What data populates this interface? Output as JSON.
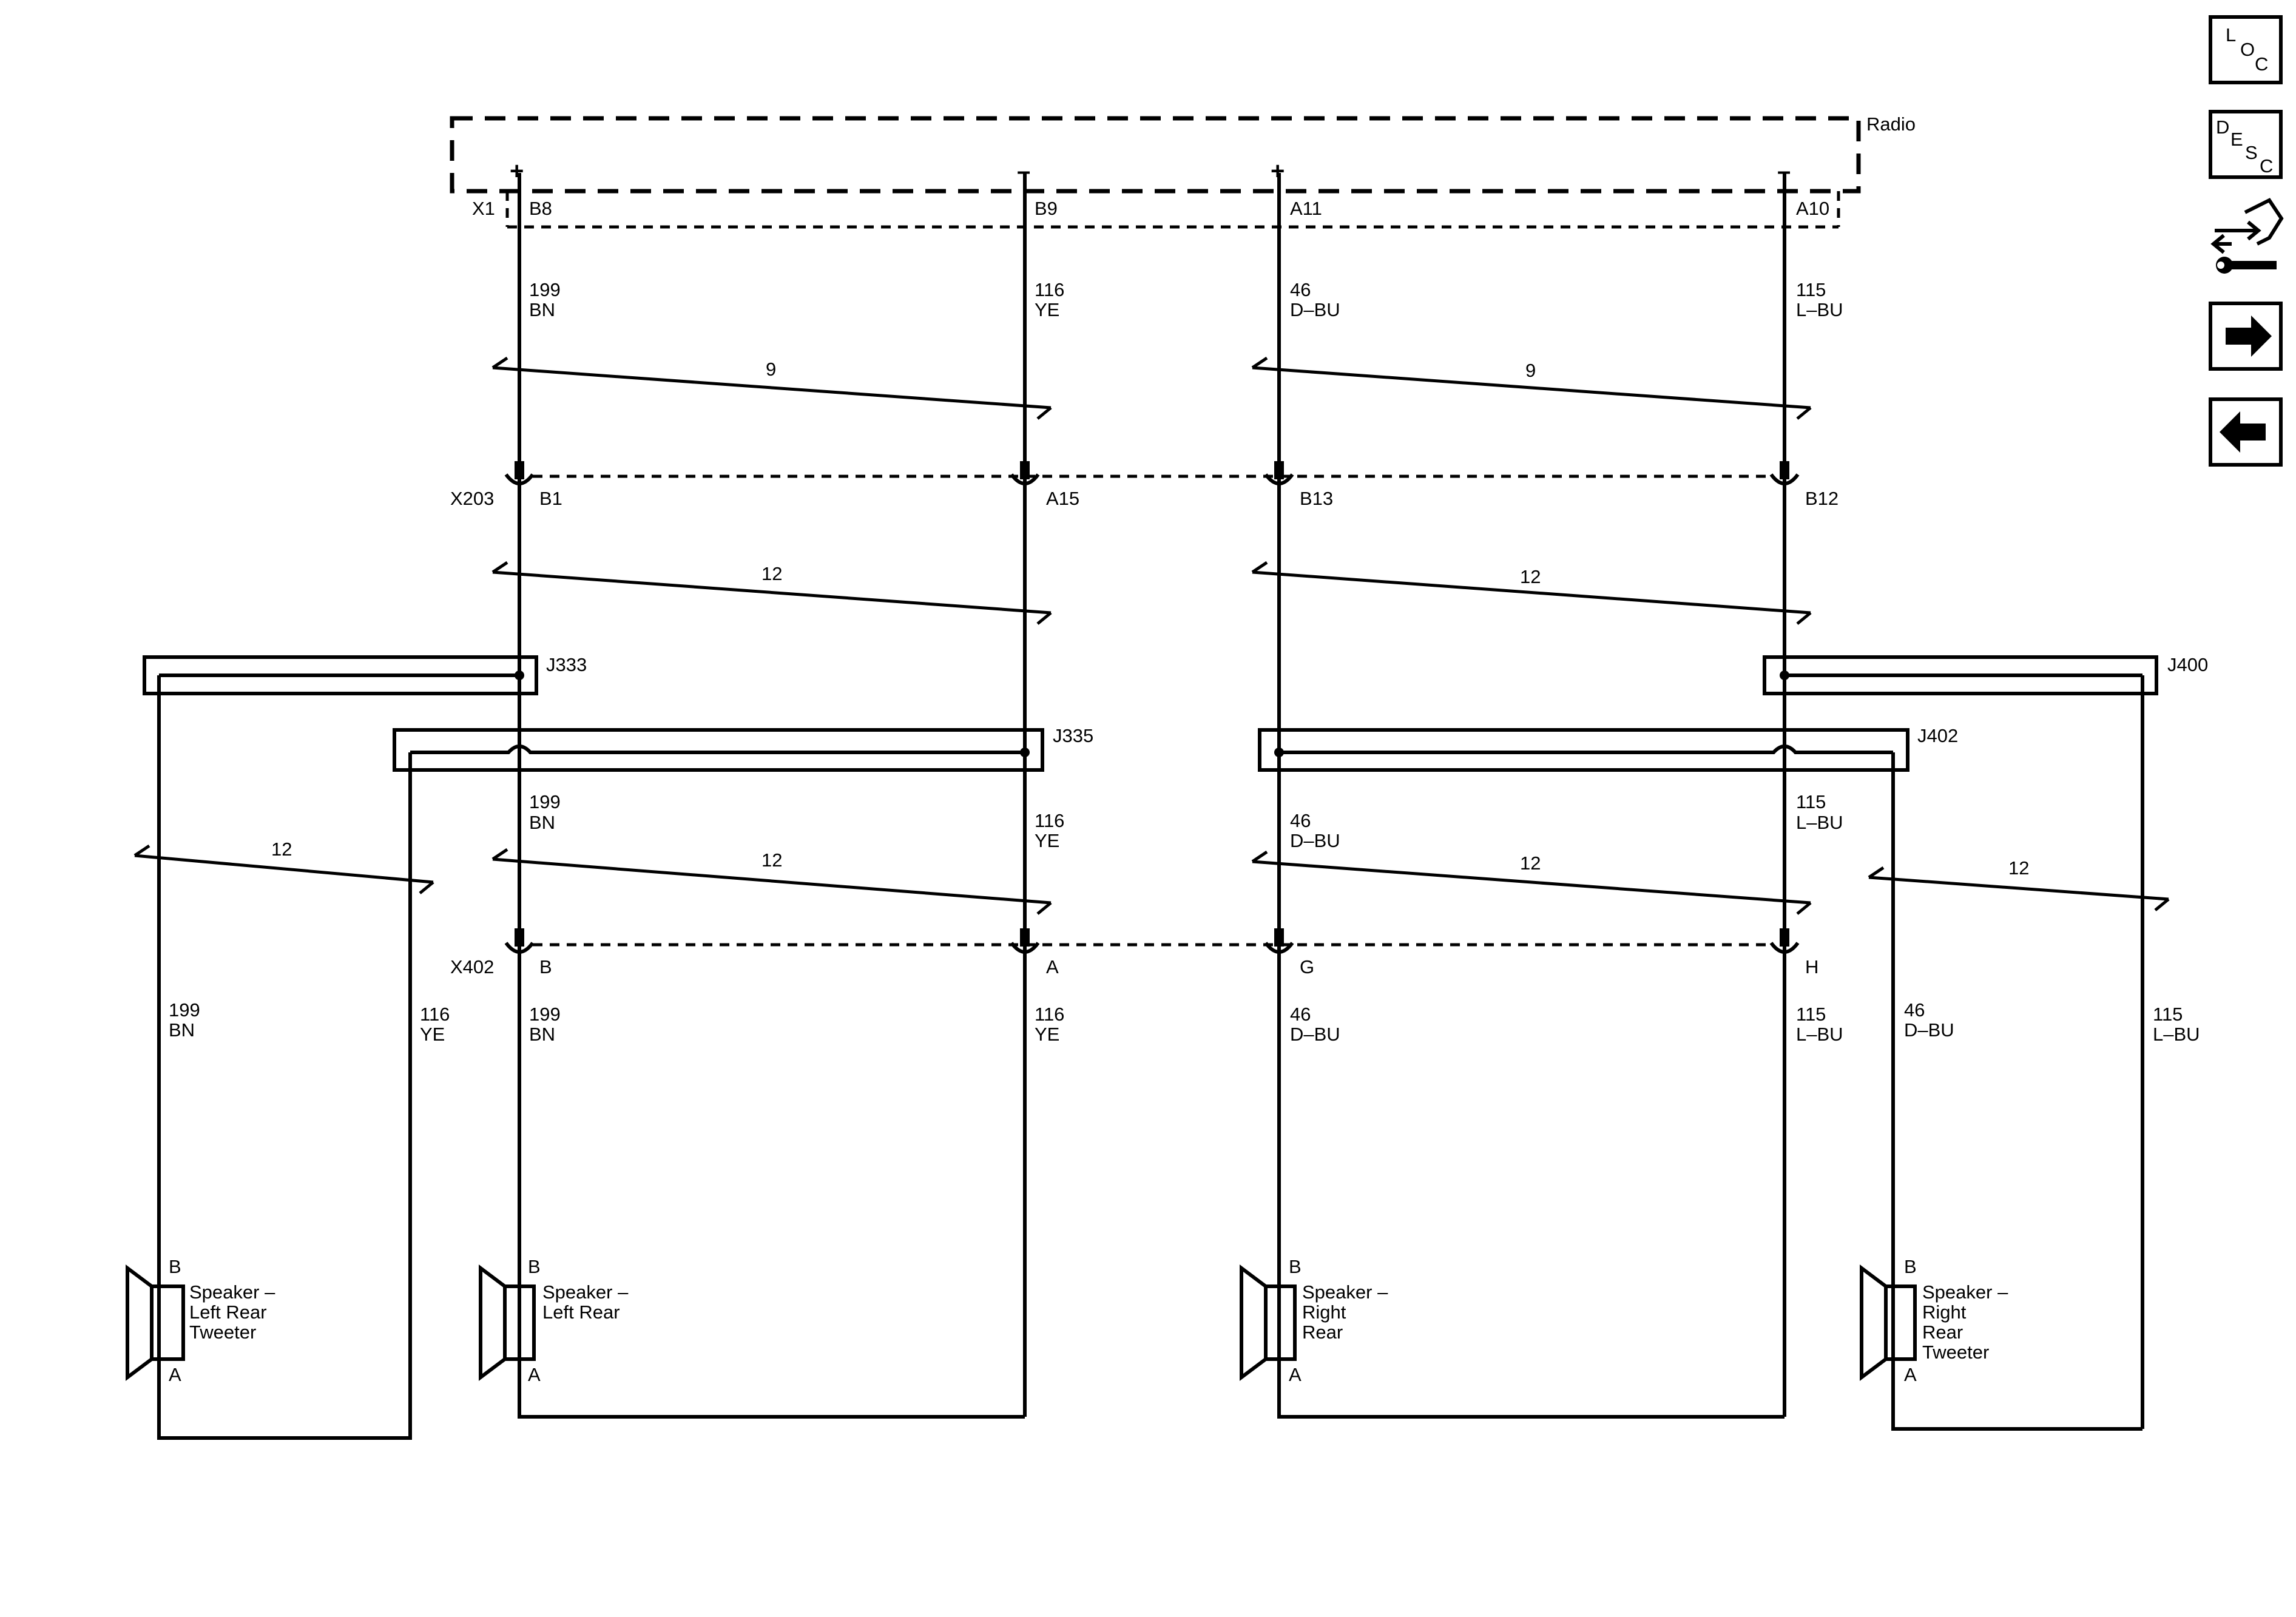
{
  "module": {
    "name": "Radio",
    "connector": "X1"
  },
  "circuits": [
    {
      "id": "c199",
      "pin_x1": "B8",
      "polarity": "+",
      "circuit": "199",
      "color": "BN",
      "pin_x203": "B1",
      "pin_x402": "B",
      "twist_with": "c116"
    },
    {
      "id": "c116",
      "pin_x1": "B9",
      "polarity": "–",
      "circuit": "116",
      "color": "YE",
      "pin_x203": "A15",
      "pin_x402": "A"
    },
    {
      "id": "c46",
      "pin_x1": "A11",
      "polarity": "+",
      "circuit": "46",
      "color": "D–BU",
      "pin_x203": "B13",
      "pin_x402": "G"
    },
    {
      "id": "c115",
      "pin_x1": "A10",
      "polarity": "–",
      "circuit": "115",
      "color": "L–BU",
      "pin_x203": "B12",
      "pin_x402": "H"
    }
  ],
  "connectors": {
    "x203": "X203",
    "x402": "X402"
  },
  "twist_labels": {
    "upper_left": "9",
    "upper_right": "9",
    "mid_left": "12",
    "mid_right": "12",
    "lower_left": "12",
    "lower_right": "12",
    "tweeter_left": "12",
    "tweeter_right": "12"
  },
  "splices": {
    "j333": "J333",
    "j335": "J335",
    "j400": "J400",
    "j402": "J402"
  },
  "speakers": [
    {
      "id": "lrt",
      "name_lines": [
        "Speaker –",
        "Left Rear",
        "Tweeter"
      ],
      "pin_top": "B",
      "pin_bottom": "A"
    },
    {
      "id": "lr",
      "name_lines": [
        "Speaker –",
        "Left Rear"
      ],
      "pin_top": "B",
      "pin_bottom": "A"
    },
    {
      "id": "rr",
      "name_lines": [
        "Speaker –",
        "Right",
        "Rear"
      ],
      "pin_top": "B",
      "pin_bottom": "A"
    },
    {
      "id": "rrt",
      "name_lines": [
        "Speaker –",
        "Right",
        "Rear",
        "Tweeter"
      ],
      "pin_top": "B",
      "pin_bottom": "A"
    }
  ],
  "tweeter_wires": {
    "left": [
      {
        "circuit": "199",
        "color": "BN"
      },
      {
        "circuit": "116",
        "color": "YE"
      }
    ],
    "right": [
      {
        "circuit": "46",
        "color": "D–BU"
      },
      {
        "circuit": "115",
        "color": "L–BU"
      }
    ]
  },
  "nav": [
    {
      "id": "loc",
      "letters": [
        "L",
        "O",
        "C"
      ]
    },
    {
      "id": "desc",
      "letters": [
        "D",
        "E",
        "S",
        "C"
      ]
    },
    {
      "id": "connector-view",
      "icon": "connector-tool-icon"
    },
    {
      "id": "next",
      "icon": "arrow-right-icon"
    },
    {
      "id": "prev",
      "icon": "arrow-left-icon"
    }
  ]
}
